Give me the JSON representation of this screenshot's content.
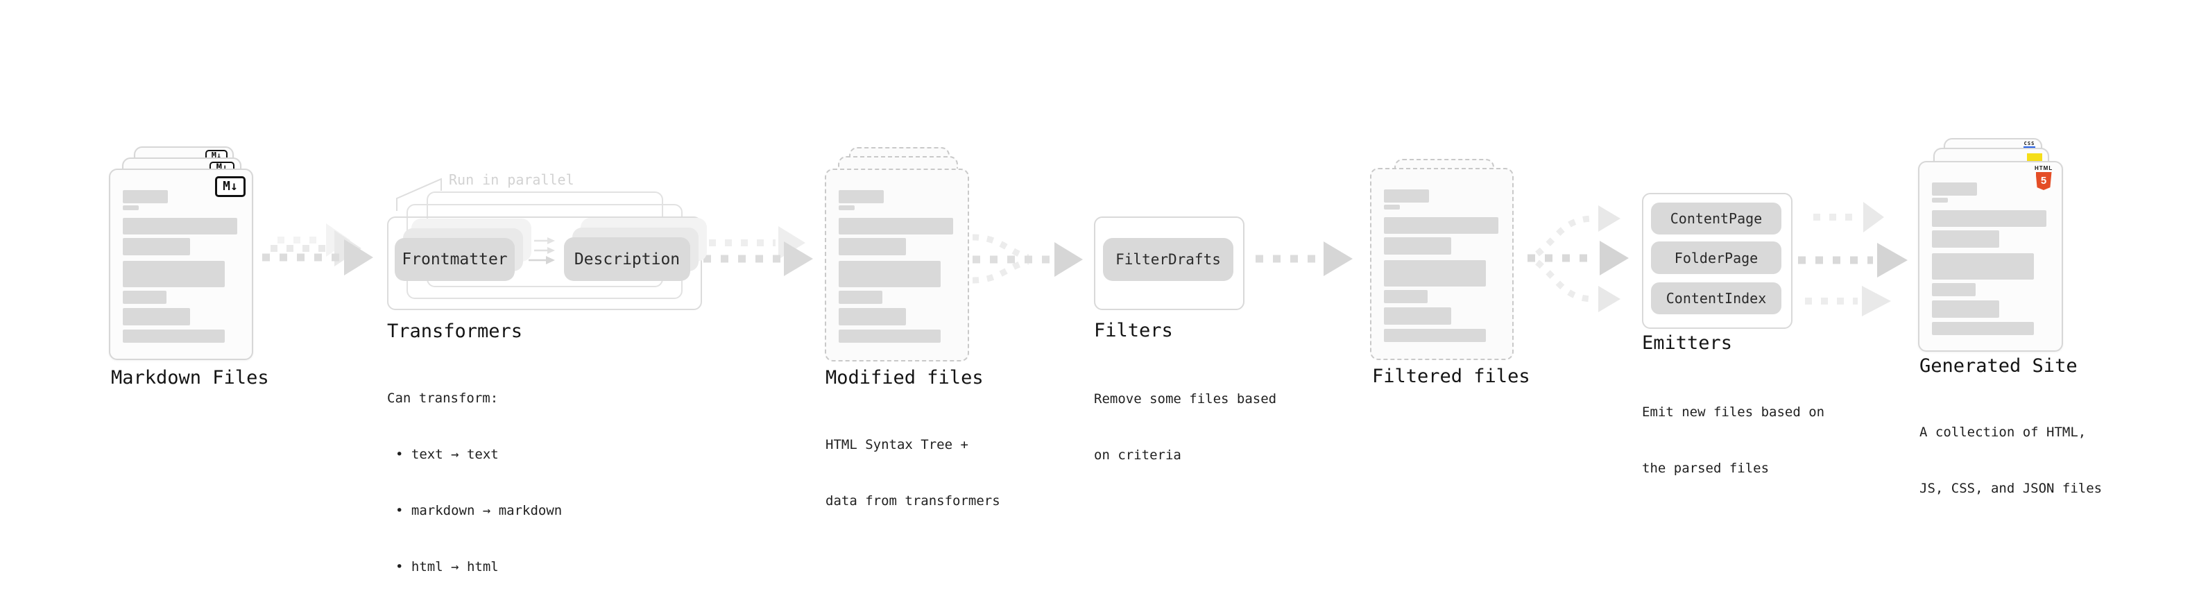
{
  "nodes": {
    "markdown": {
      "title": "Markdown Files",
      "badge": "M↓"
    },
    "transformers": {
      "title": "Transformers",
      "annotation": "Run in parallel",
      "pills": {
        "frontmatter": "Frontmatter",
        "description": "Description"
      },
      "desc": [
        "Can transform:",
        "• text → text",
        "• markdown → markdown",
        "• html → html"
      ]
    },
    "modified": {
      "title": "Modified files",
      "desc": [
        "HTML Syntax Tree +",
        "data from transformers"
      ]
    },
    "filters": {
      "title": "Filters",
      "pill": "FilterDrafts",
      "desc": [
        "Remove some files based",
        "on criteria"
      ]
    },
    "filtered": {
      "title": "Filtered files"
    },
    "emitters": {
      "title": "Emitters",
      "pills": [
        "ContentPage",
        "FolderPage",
        "ContentIndex"
      ],
      "desc": [
        "Emit new files based on",
        "the parsed files"
      ]
    },
    "generated": {
      "title": "Generated Site",
      "desc": [
        "A collection of HTML,",
        "JS, CSS, and JSON files"
      ],
      "badges": {
        "css": "CSS",
        "html_label": "HTML",
        "html_number": "5"
      }
    }
  },
  "colors": {
    "html5_orange": "#e44d26",
    "js_yellow": "#f5de19",
    "css_blue": "#2760e5",
    "placeholder_bar": "#d9d9d9",
    "arrow_dark": "#dcdcdc",
    "arrow_light": "#eeeeee",
    "text": "#1a1a1a",
    "muted_annotation": "#d2d2d2"
  }
}
